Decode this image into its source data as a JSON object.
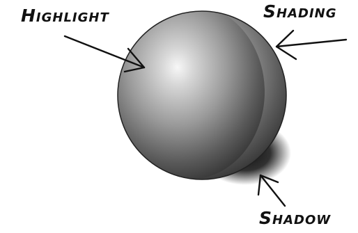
{
  "labels": {
    "highlight": "Highlight",
    "shading": "Shading",
    "shadow": "Shadow"
  },
  "colors": {
    "background": "#ffffff",
    "sphere_light": "#f4f4f4",
    "sphere_mid": "#8c8c8c",
    "sphere_dark": "#2a2a2a",
    "shadow": "#1a1a1a",
    "ink": "#111111"
  }
}
